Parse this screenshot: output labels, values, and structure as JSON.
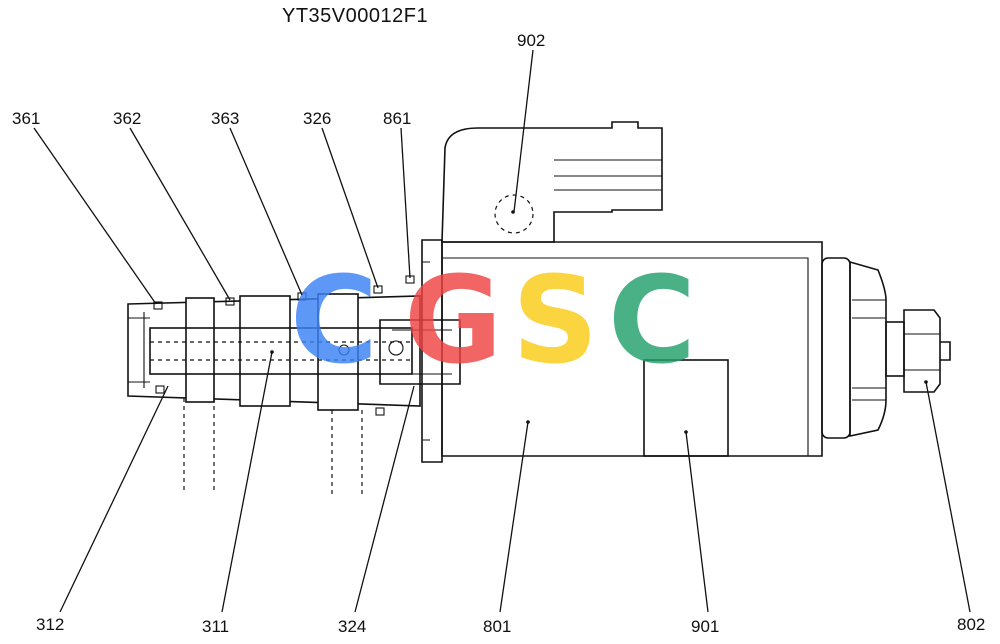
{
  "title": "YT35V00012F1",
  "watermark": {
    "letters": [
      "C",
      "G",
      "S",
      "C"
    ],
    "colors": [
      "#3b82f6",
      "#ef4444",
      "#facc15",
      "#22a06b"
    ]
  },
  "callouts": {
    "c902": "902",
    "c361": "361",
    "c362": "362",
    "c363": "363",
    "c326": "326",
    "c861": "861",
    "c312": "312",
    "c311": "311",
    "c324": "324",
    "c801": "801",
    "c901": "901",
    "c802": "802"
  }
}
